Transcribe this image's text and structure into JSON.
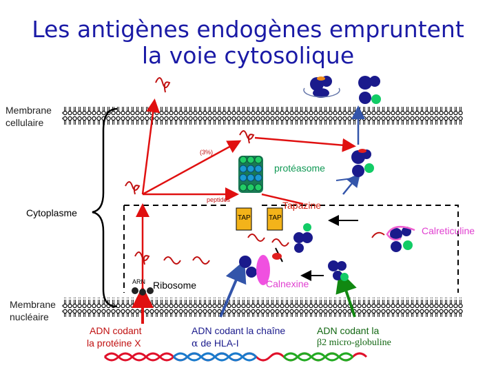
{
  "title": {
    "line1": "Les antigènes endogènes empruntent",
    "line2": "la voie cytosolique"
  },
  "labels": {
    "membrane_cellulaire": [
      "Membrane",
      "cellulaire"
    ],
    "cytoplasme": "Cytoplasme",
    "membrane_nucleaire": [
      "Membrane",
      "nucléaire"
    ],
    "pct": "(3%)",
    "proteasome": "protéasome",
    "peptides": "peptides",
    "tapazine": "Tapazine",
    "tap1": "TAP",
    "tap2": "TAP",
    "calreticuline": "Calreticuline",
    "arn": "ARN",
    "ribosome": "Ribosome",
    "calnexine": "Calnexine"
  },
  "dna": {
    "x_line1": "ADN codant",
    "x_line2": "la protéine X",
    "hla_line1": "ADN codant la chaîne",
    "hla_alpha": "α",
    "hla_line2": " de HLA-I",
    "b2_line1": "ADN codant la",
    "b2_beta": "β",
    "b2_line2": "2 micro-globuline"
  },
  "colors": {
    "title": "#1a1aa6",
    "arrow_red": "#e01010",
    "arrow_blue": "#3355aa",
    "arrow_green": "#118811",
    "proteasome": "#119955",
    "mhc_blue": "#1a1a8c",
    "calnexine": "#e040e0",
    "dna_red": "#e0102a",
    "dna_blue": "#1a7acc",
    "dna_green": "#22aa22"
  }
}
